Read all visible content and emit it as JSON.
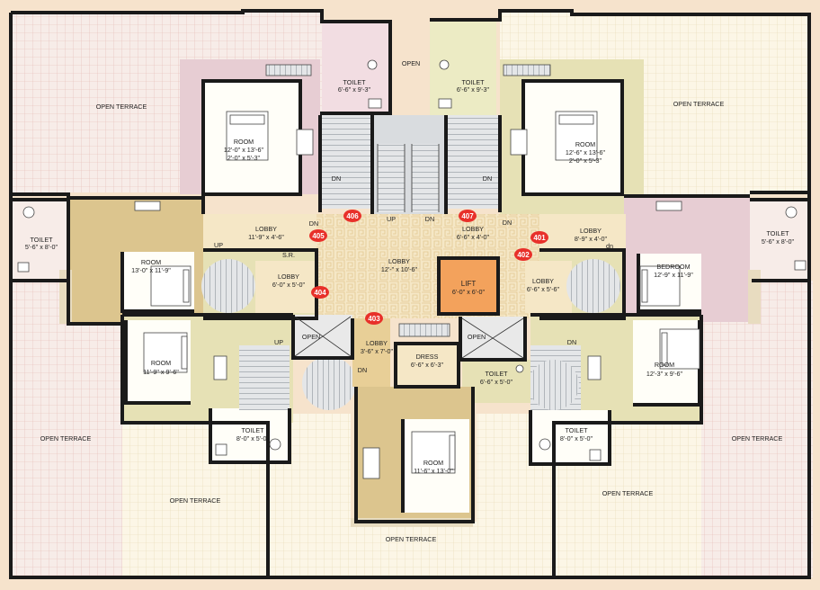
{
  "plan": {
    "terraces": [
      {
        "id": "t-nw",
        "label": "OPEN TERRACE"
      },
      {
        "id": "t-ne",
        "label": "OPEN TERRACE"
      },
      {
        "id": "t-w",
        "label": "OPEN TERRACE"
      },
      {
        "id": "t-e",
        "label": "OPEN TERRACE"
      },
      {
        "id": "t-sw",
        "label": "OPEN TERRACE"
      },
      {
        "id": "t-se",
        "label": "OPEN TERRACE"
      },
      {
        "id": "t-s",
        "label": "OPEN TERRACE"
      }
    ],
    "open_top": "OPEN",
    "open_shafts": [
      "OPEN",
      "OPEN"
    ],
    "rooms": [
      {
        "id": "r-nw",
        "name": "ROOM",
        "dims": [
          "12'-0\" x 13'-6\"",
          "2'-0\" x 5'-3\""
        ]
      },
      {
        "id": "r-ne",
        "name": "ROOM",
        "dims": [
          "12'-6\" x 13'-6\"",
          "2'-0\" x 5'-3\""
        ]
      },
      {
        "id": "r-w",
        "name": "ROOM",
        "dims": [
          "13'-0\" x 11'-9\""
        ]
      },
      {
        "id": "r-e",
        "name": "BEDROOM",
        "dims": [
          "12'-9\" x 11'-9\""
        ]
      },
      {
        "id": "r-sw",
        "name": "ROOM",
        "dims": [
          "11'-9\" x 9'-6\""
        ]
      },
      {
        "id": "r-se",
        "name": "ROOM",
        "dims": [
          "12'-3\" x 9'-6\""
        ]
      },
      {
        "id": "r-s",
        "name": "ROOM",
        "dims": [
          "11'-6\" x 13'-0\""
        ]
      }
    ],
    "toilets": [
      {
        "id": "tl-n1",
        "name": "TOILET",
        "dims": "6'-6\" x 9'-3\""
      },
      {
        "id": "tl-n2",
        "name": "TOILET",
        "dims": "6'-6\" x 9'-3\""
      },
      {
        "id": "tl-w",
        "name": "TOILET",
        "dims": "5'-6\" x 8'-0\""
      },
      {
        "id": "tl-e",
        "name": "TOILET",
        "dims": "5'-6\" x 8'-0\""
      },
      {
        "id": "tl-sw",
        "name": "TOILET",
        "dims": "8'-0\" x 5'-0\""
      },
      {
        "id": "tl-se",
        "name": "TOILET",
        "dims": "8'-0\" x 5'-0\""
      },
      {
        "id": "tl-c",
        "name": "TOILET",
        "dims": "6'-6\" x 5'-0\""
      }
    ],
    "lobbies": [
      {
        "id": "lb-1",
        "name": "LOBBY",
        "dims": "11'-9\" x 4'-6\""
      },
      {
        "id": "lb-2",
        "name": "LOBBY",
        "dims": "6'-6\" x 4'-0\""
      },
      {
        "id": "lb-3",
        "name": "LOBBY",
        "dims": "8'-9\" x 4'-0\""
      },
      {
        "id": "lb-main",
        "name": "LOBBY",
        "dims": "12'-\" x 10'-6\""
      },
      {
        "id": "lb-4",
        "name": "LOBBY",
        "dims": "6'-0\" x 5'-0\""
      },
      {
        "id": "lb-5",
        "name": "LOBBY",
        "dims": "6'-6\" x 5'-6\""
      },
      {
        "id": "lb-6",
        "name": "LOBBY",
        "dims": "3'-6\" x 7'-0\""
      }
    ],
    "lift": {
      "name": "LIFT",
      "dims": "6'-0\" x 6'-0\""
    },
    "dress": {
      "name": "DRESS",
      "dims": "6'-6\" x 6'-3\""
    },
    "sr": "S.R.",
    "stair_marks": [
      "DN",
      "UP",
      "DN",
      "DN",
      "UP",
      "DN",
      "DN",
      "dn",
      "UP",
      "DN",
      "DN"
    ],
    "units": [
      "406",
      "407",
      "405",
      "401",
      "402",
      "404",
      "403"
    ],
    "colors": {
      "badge": "#e8302a",
      "lift": "#f3a25c",
      "lobby": "#f5e7c6",
      "room": "#fffef8",
      "pink": "#e7cdd3",
      "tan": "#dcc58e",
      "olive": "#e6e1b5",
      "stair": "#e4e6e8",
      "terrace_pink": "#f7ece8",
      "terrace_cream": "#fcf6e6"
    }
  }
}
